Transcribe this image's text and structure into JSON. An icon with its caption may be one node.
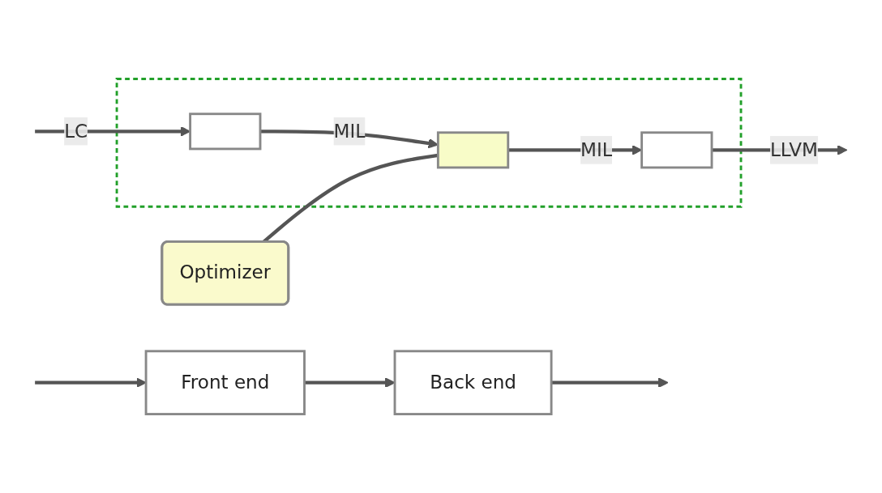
{
  "diagram": {
    "nodes": [
      {
        "text": [
          "Front end"
        ]
      },
      {
        "text": [
          "Back end"
        ]
      },
      {
        "text": [],
        "shape": "box"
      },
      {
        "text": [],
        "shape": "box",
        "in": 2
      },
      {
        "text": [],
        "shape": "box",
        "in": 2
      },
      {
        "text": [],
        "shape": "box",
        "in": 2
      },
      {
        "text": [
          "Optimizer"
        ]
      }
    ],
    "edges": [
      {
        "from": null,
        "to": 0,
        "arrow": "to"
      },
      {
        "from": 0,
        "to": 1,
        "arrow": "to"
      },
      {
        "from": 1,
        "to": null,
        "arrow": "to"
      },
      {
        "from": null,
        "to": 3,
        "arrow": "to",
        "label": "LC"
      },
      {
        "from": 3,
        "to": 4,
        "arrow": "to",
        "label": "MIL"
      },
      {
        "from": 4,
        "to": 5,
        "arrow": "to",
        "label": "MIL"
      },
      {
        "from": 5,
        "to": null,
        "arrow": "to",
        "label": "LLVM"
      },
      {
        "from": 6,
        "to": 4,
        "arrow": "none"
      }
    ]
  }
}
